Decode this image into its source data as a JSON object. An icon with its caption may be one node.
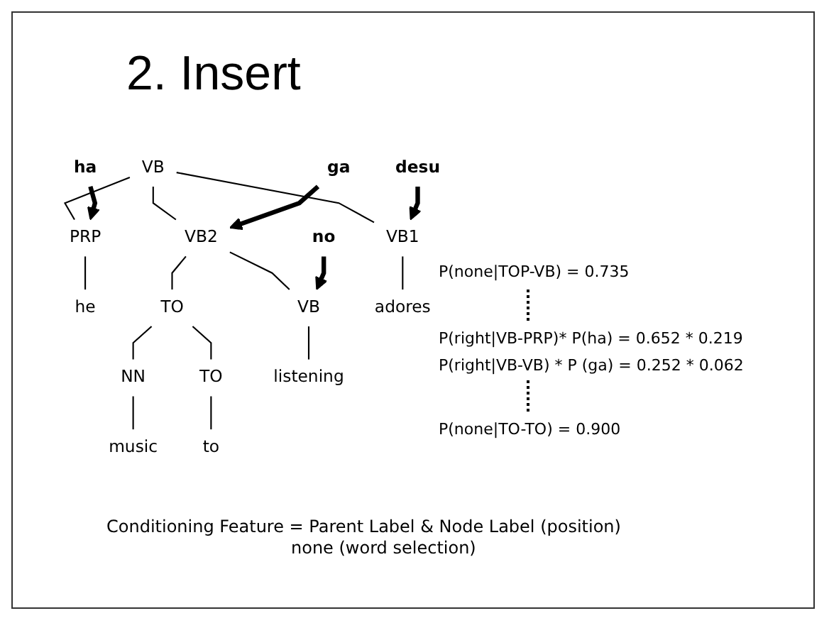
{
  "diagram": {
    "title": "2. Insert",
    "nodes": [
      {
        "text": [
          "VB"
        ]
      },
      {
        "text": [
          "PRP"
        ]
      },
      {
        "text": [
          "VB2"
        ]
      },
      {
        "text": [
          "VB1"
        ]
      },
      {
        "text": [
          "he"
        ]
      },
      {
        "text": [
          "ha"
        ]
      },
      {
        "text": [
          "TO"
        ]
      },
      {
        "text": [
          "VB"
        ]
      },
      {
        "text": [
          "ga"
        ]
      },
      {
        "text": [
          "adores"
        ]
      },
      {
        "text": [
          "desu"
        ]
      },
      {
        "text": [
          "NN"
        ]
      },
      {
        "text": [
          "TO"
        ]
      },
      {
        "text": [
          "listening"
        ]
      },
      {
        "text": [
          "no"
        ]
      },
      {
        "text": [
          "music"
        ]
      },
      {
        "text": [
          "to"
        ]
      }
    ],
    "edges": [
      {
        "from": 0,
        "to": 1,
        "arrow": "none"
      },
      {
        "from": 0,
        "to": 2,
        "arrow": "none"
      },
      {
        "from": 0,
        "to": 3,
        "arrow": "none"
      },
      {
        "from": 1,
        "to": 4,
        "arrow": "none"
      },
      {
        "from": 5,
        "to": 1,
        "arrow": "to",
        "style": "thick"
      },
      {
        "from": 2,
        "to": 6,
        "arrow": "none"
      },
      {
        "from": 2,
        "to": 7,
        "arrow": "none"
      },
      {
        "from": 8,
        "to": 2,
        "arrow": "to",
        "style": "thick"
      },
      {
        "from": 3,
        "to": 9,
        "arrow": "none"
      },
      {
        "from": 10,
        "to": 3,
        "arrow": "to",
        "style": "thick"
      },
      {
        "from": 6,
        "to": 11,
        "arrow": "none"
      },
      {
        "from": 6,
        "to": 12,
        "arrow": "none"
      },
      {
        "from": 7,
        "to": 13,
        "arrow": "none"
      },
      {
        "from": 14,
        "to": 7,
        "arrow": "to",
        "style": "thick"
      },
      {
        "from": 11,
        "to": 15,
        "arrow": "none"
      },
      {
        "from": 12,
        "to": 16,
        "arrow": "none"
      }
    ],
    "labels": [
      "P(none|TOP-VB) = 0.735",
      "P(right|VB-PRP)* P(ha) = 0.652 * 0.219",
      "P(right|VB-VB) * P (ga) = 0.252 * 0.062",
      "P(none|TO-TO) = 0.900",
      "Conditioning Feature = Parent Label & Node Label (position)",
      "none (word selection)"
    ]
  }
}
